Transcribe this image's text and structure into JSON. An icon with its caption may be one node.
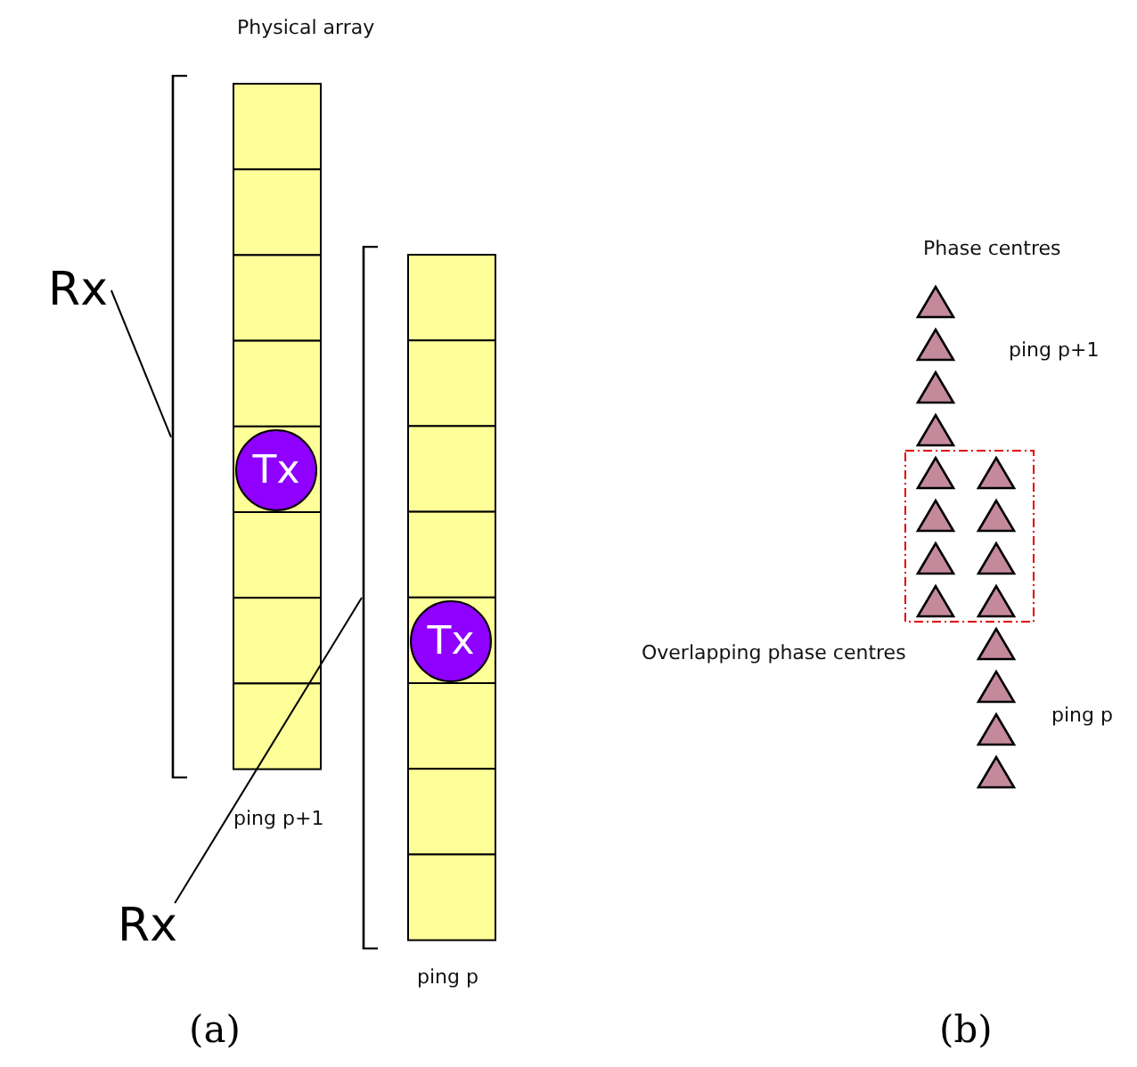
{
  "diagram": {
    "nodes": [
      {
        "text": [
          "Rx"
        ]
      },
      {
        "text": [],
        "shape": "bracket"
      },
      {
        "text": [
          "Tx"
        ]
      },
      {
        "text": [
          "Rx"
        ]
      },
      {
        "text": [],
        "shape": "bracket"
      },
      {
        "text": [
          "Tx"
        ]
      }
    ],
    "edges": [
      {
        "from": 0,
        "to": 1,
        "arrow": "none"
      },
      {
        "from": 3,
        "to": 4,
        "arrow": "none"
      }
    ],
    "labels": [
      "Physical array",
      "ping p+1",
      "ping p",
      "(a)",
      "Phase centres",
      "ping p+1",
      "Overlapping phase centres",
      "ping p",
      "(b)"
    ]
  }
}
